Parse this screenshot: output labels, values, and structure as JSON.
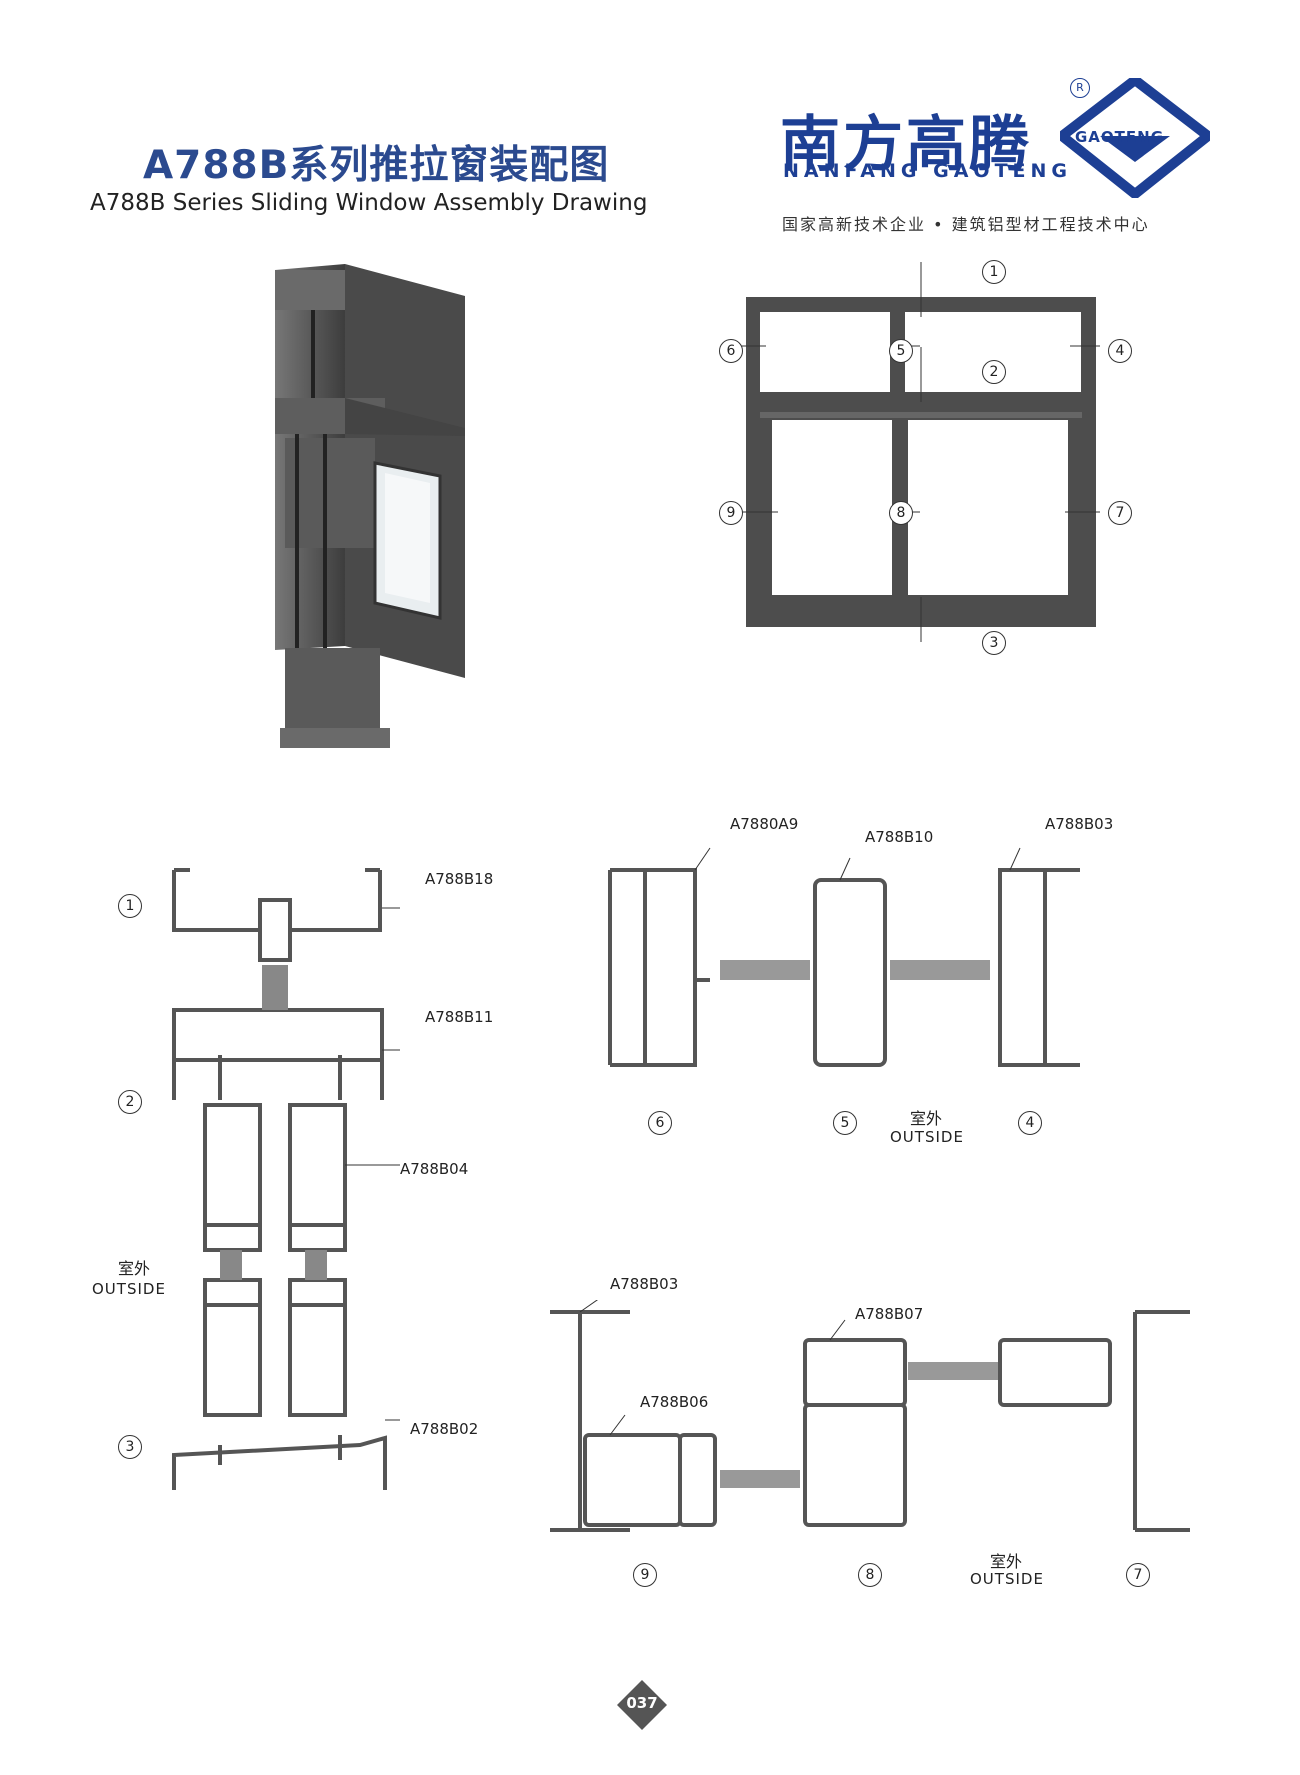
{
  "header": {
    "title_cn": "A788B系列推拉窗装配图",
    "title_en": "A788B Series Sliding Window Assembly Drawing"
  },
  "brand": {
    "name_cn": "南方高腾",
    "name_en": "NANFANG GAOTENG",
    "mark_text": "GAOTENG",
    "registered": "R",
    "slogan": "国家高新技术企业 • 建筑铝型材工程技术中心"
  },
  "elevation": {
    "markers": [
      "1",
      "2",
      "3",
      "4",
      "5",
      "6",
      "7",
      "8",
      "9"
    ]
  },
  "section_vertical": {
    "markers": [
      "1",
      "2",
      "3"
    ],
    "profiles": [
      "A788B18",
      "A788B11",
      "A788B04",
      "A788B02"
    ],
    "outside_cn": "室外",
    "outside_en": "OUTSIDE"
  },
  "section_top": {
    "markers": [
      "4",
      "5",
      "6"
    ],
    "profiles": [
      "A788B03",
      "A788B10",
      "A7880A9"
    ],
    "outside_cn": "室外",
    "outside_en": "OUTSIDE"
  },
  "section_bottom": {
    "markers": [
      "7",
      "8",
      "9"
    ],
    "profiles": [
      "A788B03",
      "A788B07",
      "A788B06"
    ],
    "outside_cn": "室外",
    "outside_en": "OUTSIDE"
  },
  "page_number": "037",
  "colors": {
    "brand": "#1d3f94",
    "profile": "#555555",
    "frame": "#4d4d4d"
  }
}
